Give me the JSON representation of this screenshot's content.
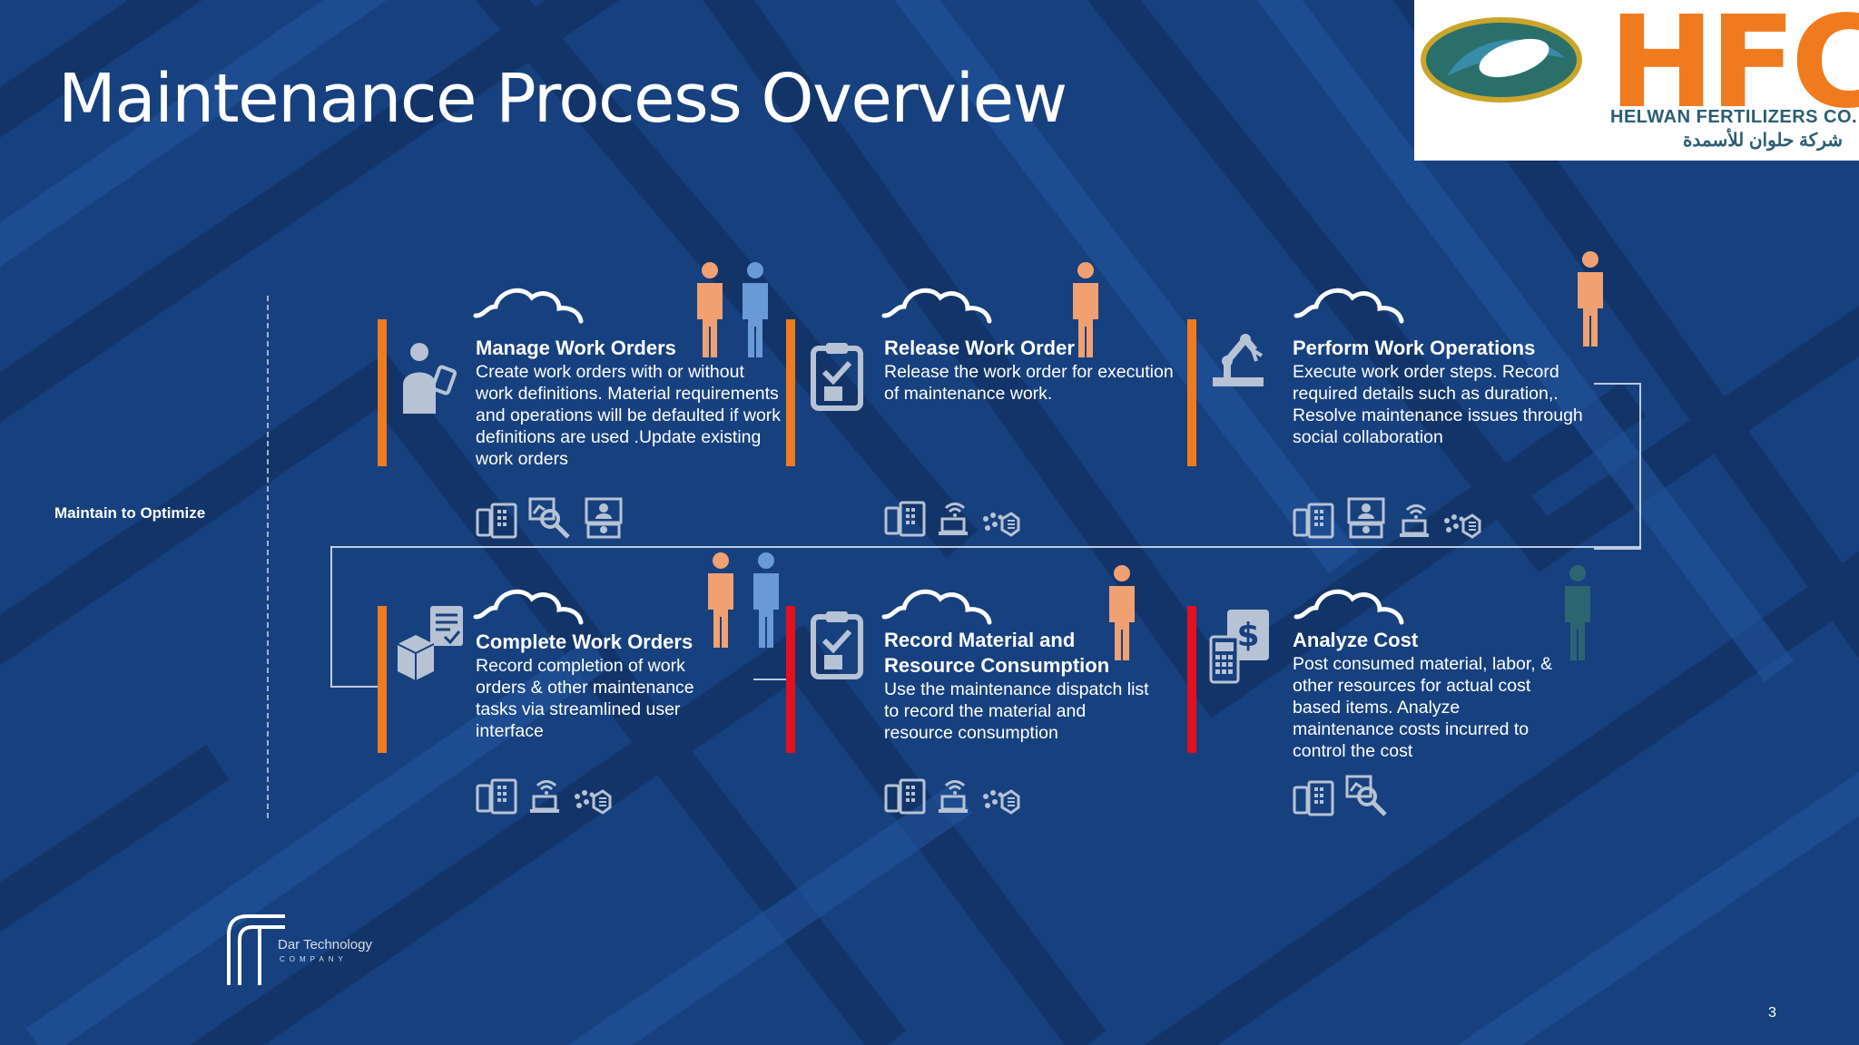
{
  "slide": {
    "title": "Maintenance Process Overview",
    "side_label": "Maintain to Optimize",
    "page_number": "3"
  },
  "logo": {
    "mark": "HFC",
    "english": "HELWAN FERTILIZERS CO.",
    "arabic": "شركة حلوان للأسمدة",
    "colors": {
      "orange": "#f07a1e",
      "teal": "#2a5e72"
    }
  },
  "footer_logo": {
    "name": "Dar Technology",
    "sub": "COMPANY"
  },
  "colors": {
    "background": "#17407f",
    "stripe_dark": "#123468",
    "stripe_light": "#2356a0",
    "accent_orange": "#f07a1e",
    "accent_red": "#e3101f",
    "person_orange": "#f0a071",
    "person_blue": "#6a9ad6",
    "person_teal": "#2c6570",
    "icon_gray": "#b7c3d4"
  },
  "processes": [
    {
      "title": "Manage Work Orders",
      "description": "Create work orders  with or without work definitions. Material requirements and operations will be defaulted if work definitions are used .Update existing work orders",
      "icon": "worker-tablet-icon",
      "bar_color": "orange",
      "people": [
        "person-orange",
        "person-blue"
      ],
      "devices": [
        "mobile-tablet-icon",
        "analytics-search-icon",
        "collaboration-board-icon"
      ]
    },
    {
      "title": "Release Work Order",
      "description": "Release the work order for execution of maintenance work.",
      "icon": "clipboard-check-icon",
      "bar_color": "orange",
      "people": [
        "person-orange"
      ],
      "devices": [
        "mobile-tablet-icon",
        "wifi-laptop-icon",
        "iot-sensor-icon"
      ]
    },
    {
      "title": "Perform Work Operations",
      "description": "Execute work order steps. Record required details such as duration,. Resolve maintenance  issues through social collaboration",
      "icon": "robot-arm-icon",
      "bar_color": "orange",
      "people": [
        "person-orange"
      ],
      "devices": [
        "mobile-tablet-icon",
        "collaboration-board-icon",
        "wifi-laptop-icon",
        "iot-sensor-icon"
      ]
    },
    {
      "title": "Complete Work Orders",
      "description": "Record completion of work orders & other  maintenance tasks via streamlined user interface",
      "icon": "boxes-document-icon",
      "bar_color": "orange",
      "people": [
        "person-orange",
        "person-blue"
      ],
      "devices": [
        "mobile-tablet-icon",
        "wifi-laptop-icon",
        "iot-sensor-icon"
      ]
    },
    {
      "title": "Record Material and Resource Consumption",
      "description": "Use the maintenance dispatch list to record the material and resource consumption",
      "icon": "clipboard-check-icon",
      "bar_color": "red",
      "people": [
        "person-orange"
      ],
      "devices": [
        "mobile-tablet-icon",
        "wifi-laptop-icon",
        "iot-sensor-icon"
      ]
    },
    {
      "title": "Analyze Cost",
      "description": "Post consumed material, labor, & other resources for actual cost based items. Analyze maintenance costs incurred to control the cost",
      "icon": "cost-calculator-icon",
      "bar_color": "red",
      "people": [
        "person-teal"
      ],
      "devices": [
        "mobile-tablet-icon",
        "analytics-search-icon"
      ]
    }
  ]
}
